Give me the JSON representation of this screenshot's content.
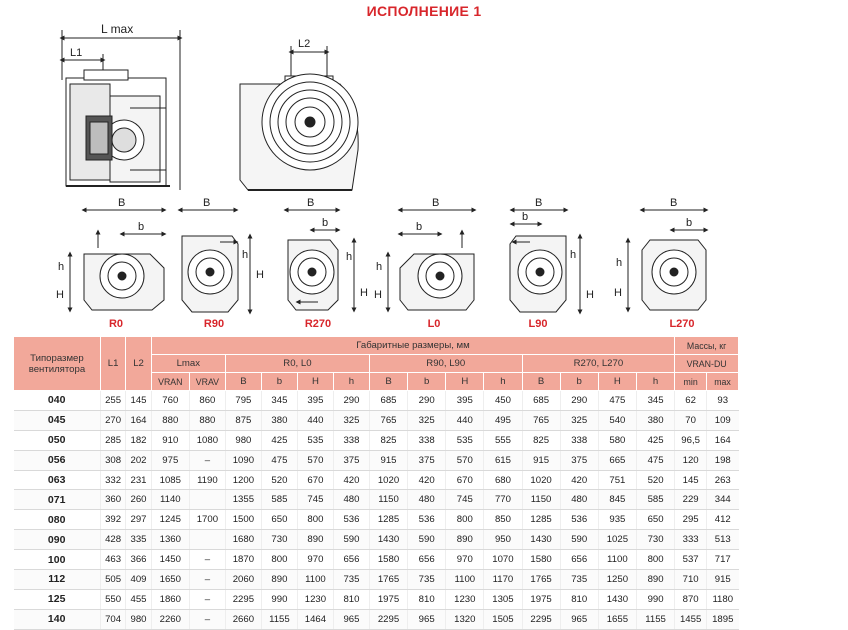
{
  "title": "ИСПОЛНЕНИЕ 1",
  "dims": {
    "lmax": "L max",
    "l1": "L1",
    "l2": "L2",
    "b_upper": "B",
    "b_lower": "b",
    "h_upper": "H",
    "h_lower": "h"
  },
  "views": [
    "R0",
    "R90",
    "R270",
    "L0",
    "L90",
    "L270"
  ],
  "table": {
    "header": {
      "model": "Типоразмер вентилятора",
      "l1": "L1",
      "l2": "L2",
      "lmax": "Lmax",
      "vran": "VRAN",
      "vrav": "VRAV",
      "group_dims": "Габаритные размеры,  мм",
      "group_r0": "R0, L0",
      "group_r90": "R90, L90",
      "group_r270": "R270, L270",
      "b_upper": "B",
      "b_lower": "b",
      "h_upper": "H",
      "h_lower": "h",
      "mass": "Массы, кг",
      "vran_du": "VRAN-DU",
      "min": "min",
      "max": "max"
    },
    "rows": [
      [
        "040",
        "255",
        "145",
        "760",
        "860",
        "795",
        "345",
        "395",
        "290",
        "685",
        "290",
        "395",
        "450",
        "685",
        "290",
        "475",
        "345",
        "62",
        "93"
      ],
      [
        "045",
        "270",
        "164",
        "880",
        "880",
        "875",
        "380",
        "440",
        "325",
        "765",
        "325",
        "440",
        "495",
        "765",
        "325",
        "540",
        "380",
        "70",
        "109"
      ],
      [
        "050",
        "285",
        "182",
        "910",
        "1080",
        "980",
        "425",
        "535",
        "338",
        "825",
        "338",
        "535",
        "555",
        "825",
        "338",
        "580",
        "425",
        "96,5",
        "164"
      ],
      [
        "056",
        "308",
        "202",
        "975",
        "–",
        "1090",
        "475",
        "570",
        "375",
        "915",
        "375",
        "570",
        "615",
        "915",
        "375",
        "665",
        "475",
        "120",
        "198"
      ],
      [
        "063",
        "332",
        "231",
        "1085",
        "1190",
        "1200",
        "520",
        "670",
        "420",
        "1020",
        "420",
        "670",
        "680",
        "1020",
        "420",
        "751",
        "520",
        "145",
        "263"
      ],
      [
        "071",
        "360",
        "260",
        "1140",
        "",
        "1355",
        "585",
        "745",
        "480",
        "1150",
        "480",
        "745",
        "770",
        "1150",
        "480",
        "845",
        "585",
        "229",
        "344"
      ],
      [
        "080",
        "392",
        "297",
        "1245",
        "1700",
        "1500",
        "650",
        "800",
        "536",
        "1285",
        "536",
        "800",
        "850",
        "1285",
        "536",
        "935",
        "650",
        "295",
        "412"
      ],
      [
        "090",
        "428",
        "335",
        "1360",
        "",
        "1680",
        "730",
        "890",
        "590",
        "1430",
        "590",
        "890",
        "950",
        "1430",
        "590",
        "1025",
        "730",
        "333",
        "513"
      ],
      [
        "100",
        "463",
        "366",
        "1450",
        "–",
        "1870",
        "800",
        "970",
        "656",
        "1580",
        "656",
        "970",
        "1070",
        "1580",
        "656",
        "1100",
        "800",
        "537",
        "717"
      ],
      [
        "112",
        "505",
        "409",
        "1650",
        "–",
        "2060",
        "890",
        "1100",
        "735",
        "1765",
        "735",
        "1100",
        "1170",
        "1765",
        "735",
        "1250",
        "890",
        "710",
        "915"
      ],
      [
        "125",
        "550",
        "455",
        "1860",
        "–",
        "2295",
        "990",
        "1230",
        "810",
        "1975",
        "810",
        "1230",
        "1305",
        "1975",
        "810",
        "1430",
        "990",
        "870",
        "1180"
      ],
      [
        "140",
        "704",
        "980",
        "2260",
        "–",
        "2660",
        "1155",
        "1464",
        "965",
        "2295",
        "965",
        "1320",
        "1505",
        "2295",
        "965",
        "1655",
        "1155",
        "1455",
        "1895"
      ]
    ]
  }
}
